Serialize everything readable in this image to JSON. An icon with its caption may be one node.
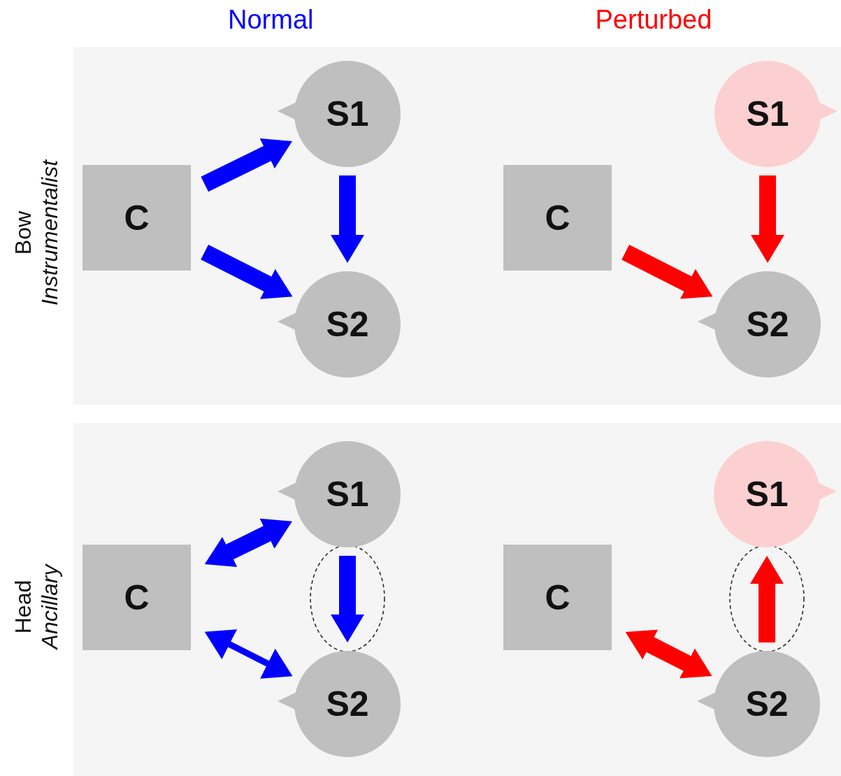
{
  "diagram": {
    "nodes": [
      {
        "text": [],
        "shape": "box",
        "beside": [
          "Bow",
          "Instrumentalist"
        ]
      },
      {
        "text": [
          "C"
        ],
        "in": 0
      },
      {
        "text": [
          "S1"
        ],
        "in": 0
      },
      {
        "text": [
          "S2"
        ],
        "in": 0
      },
      {
        "text": [
          "C"
        ],
        "in": 0
      },
      {
        "text": [
          "S1"
        ],
        "in": 0
      },
      {
        "text": [
          "S2"
        ],
        "in": 0
      },
      {
        "text": [],
        "shape": "box",
        "beside": [
          "Head",
          "Ancillary"
        ]
      },
      {
        "text": [
          "C"
        ],
        "in": 7
      },
      {
        "text": [
          "S1"
        ],
        "in": 7
      },
      {
        "text": [
          "S2"
        ],
        "in": 7
      },
      {
        "text": [
          "C"
        ],
        "in": 7
      },
      {
        "text": [
          "S1"
        ],
        "in": 7
      },
      {
        "text": [
          "S2"
        ],
        "in": 7
      }
    ],
    "edges": [
      {
        "from": 1,
        "to": 2,
        "arrow": "to",
        "color": "#0000ff"
      },
      {
        "from": 1,
        "to": 3,
        "arrow": "to",
        "color": "#0000ff"
      },
      {
        "from": 2,
        "to": 3,
        "arrow": "to",
        "color": "#0000ff"
      },
      {
        "from": 4,
        "to": 6,
        "arrow": "to",
        "color": "#ff0000"
      },
      {
        "from": 5,
        "to": 6,
        "arrow": "to",
        "color": "#ff0000"
      },
      {
        "from": 8,
        "to": 9,
        "arrow": "both",
        "color": "#0000ff"
      },
      {
        "from": 8,
        "to": 10,
        "arrow": "both",
        "color": "#0000ff"
      },
      {
        "from": 9,
        "to": 10,
        "arrow": "to",
        "color": "#0000ff"
      },
      {
        "from": 11,
        "to": 13,
        "arrow": "both",
        "color": "#ff0000"
      },
      {
        "from": 13,
        "to": 12,
        "arrow": "to",
        "color": "#ff0000"
      }
    ],
    "labels": [
      "Normal",
      "Perturbed"
    ]
  }
}
